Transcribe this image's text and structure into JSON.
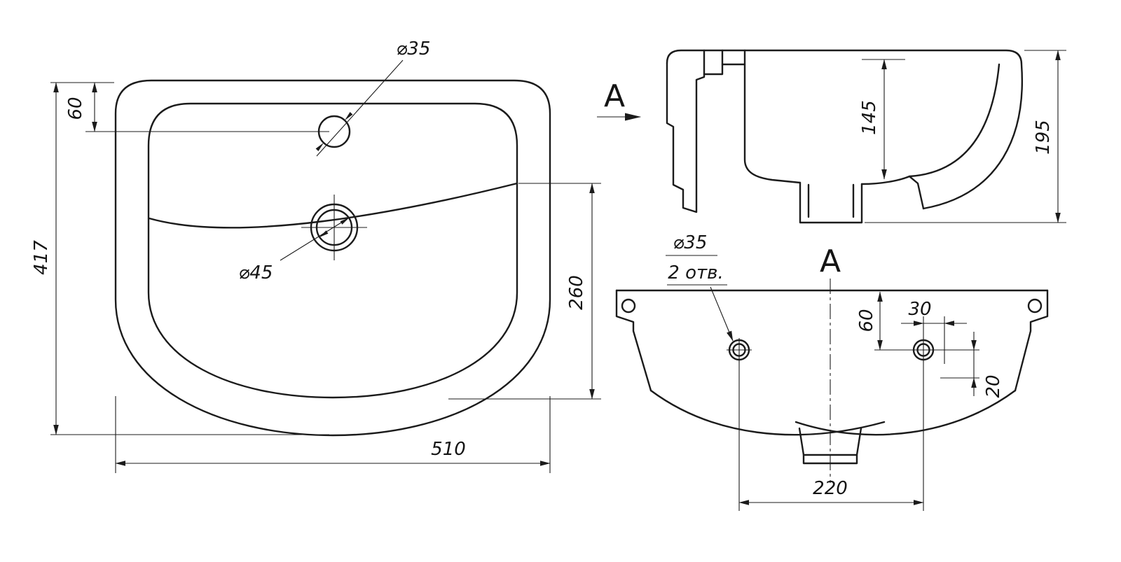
{
  "drawing": {
    "colors": {
      "line": "#1b1b1b",
      "background": "#ffffff"
    },
    "top_view": {
      "faucet_hole_diameter": "⌀35",
      "faucet_offset": "60",
      "total_depth": "417",
      "drain_diameter": "⌀45",
      "basin_depth": "260",
      "total_width": "510"
    },
    "section_view": {
      "section_arrow_label": "A",
      "bowl_inner_depth": "145",
      "total_height": "195"
    },
    "front_view": {
      "view_label": "A",
      "holes_diameter": "⌀35",
      "holes_count": "2 отв.",
      "hole_top_offset": "60",
      "hole_side_offset": "30",
      "hole_drop_offset": "20",
      "holes_spacing": "220"
    }
  }
}
